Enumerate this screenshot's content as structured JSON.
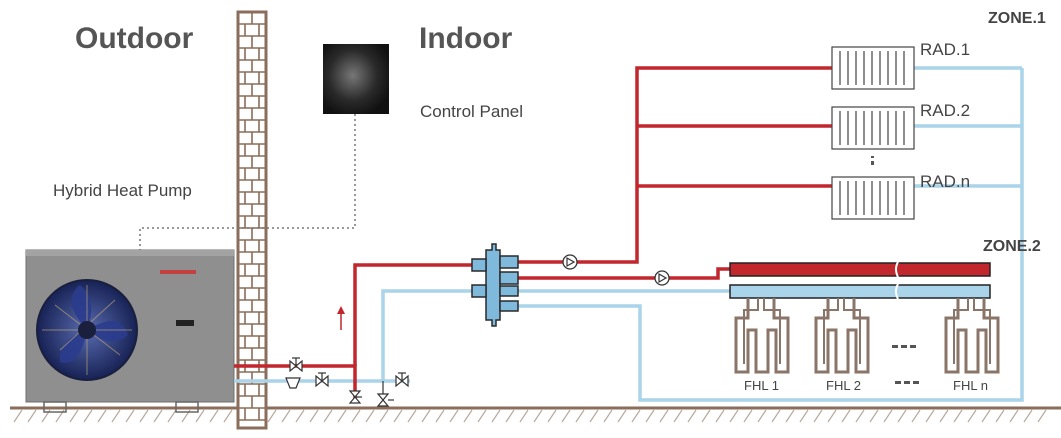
{
  "labels": {
    "outdoor": "Outdoor",
    "indoor": "Indoor",
    "control_panel": "Control Panel",
    "hybrid_heat_pump": "Hybrid Heat Pump",
    "zone1": "ZONE.1",
    "zone2": "ZONE.2",
    "rad1": "RAD.1",
    "rad2": "RAD.2",
    "radn": "RAD.n",
    "fhl1": "FHL 1",
    "fhl2": "FHL 2",
    "fhln": "FHL n"
  },
  "colors": {
    "supply": "#c1272d",
    "return": "#a9d4ea",
    "manifold": "#7fb9dc",
    "brick": "#8a6d5a",
    "floor_loop": "#8a7568",
    "unit_body": "#8c8c8c",
    "fan": "#1e2a63"
  }
}
